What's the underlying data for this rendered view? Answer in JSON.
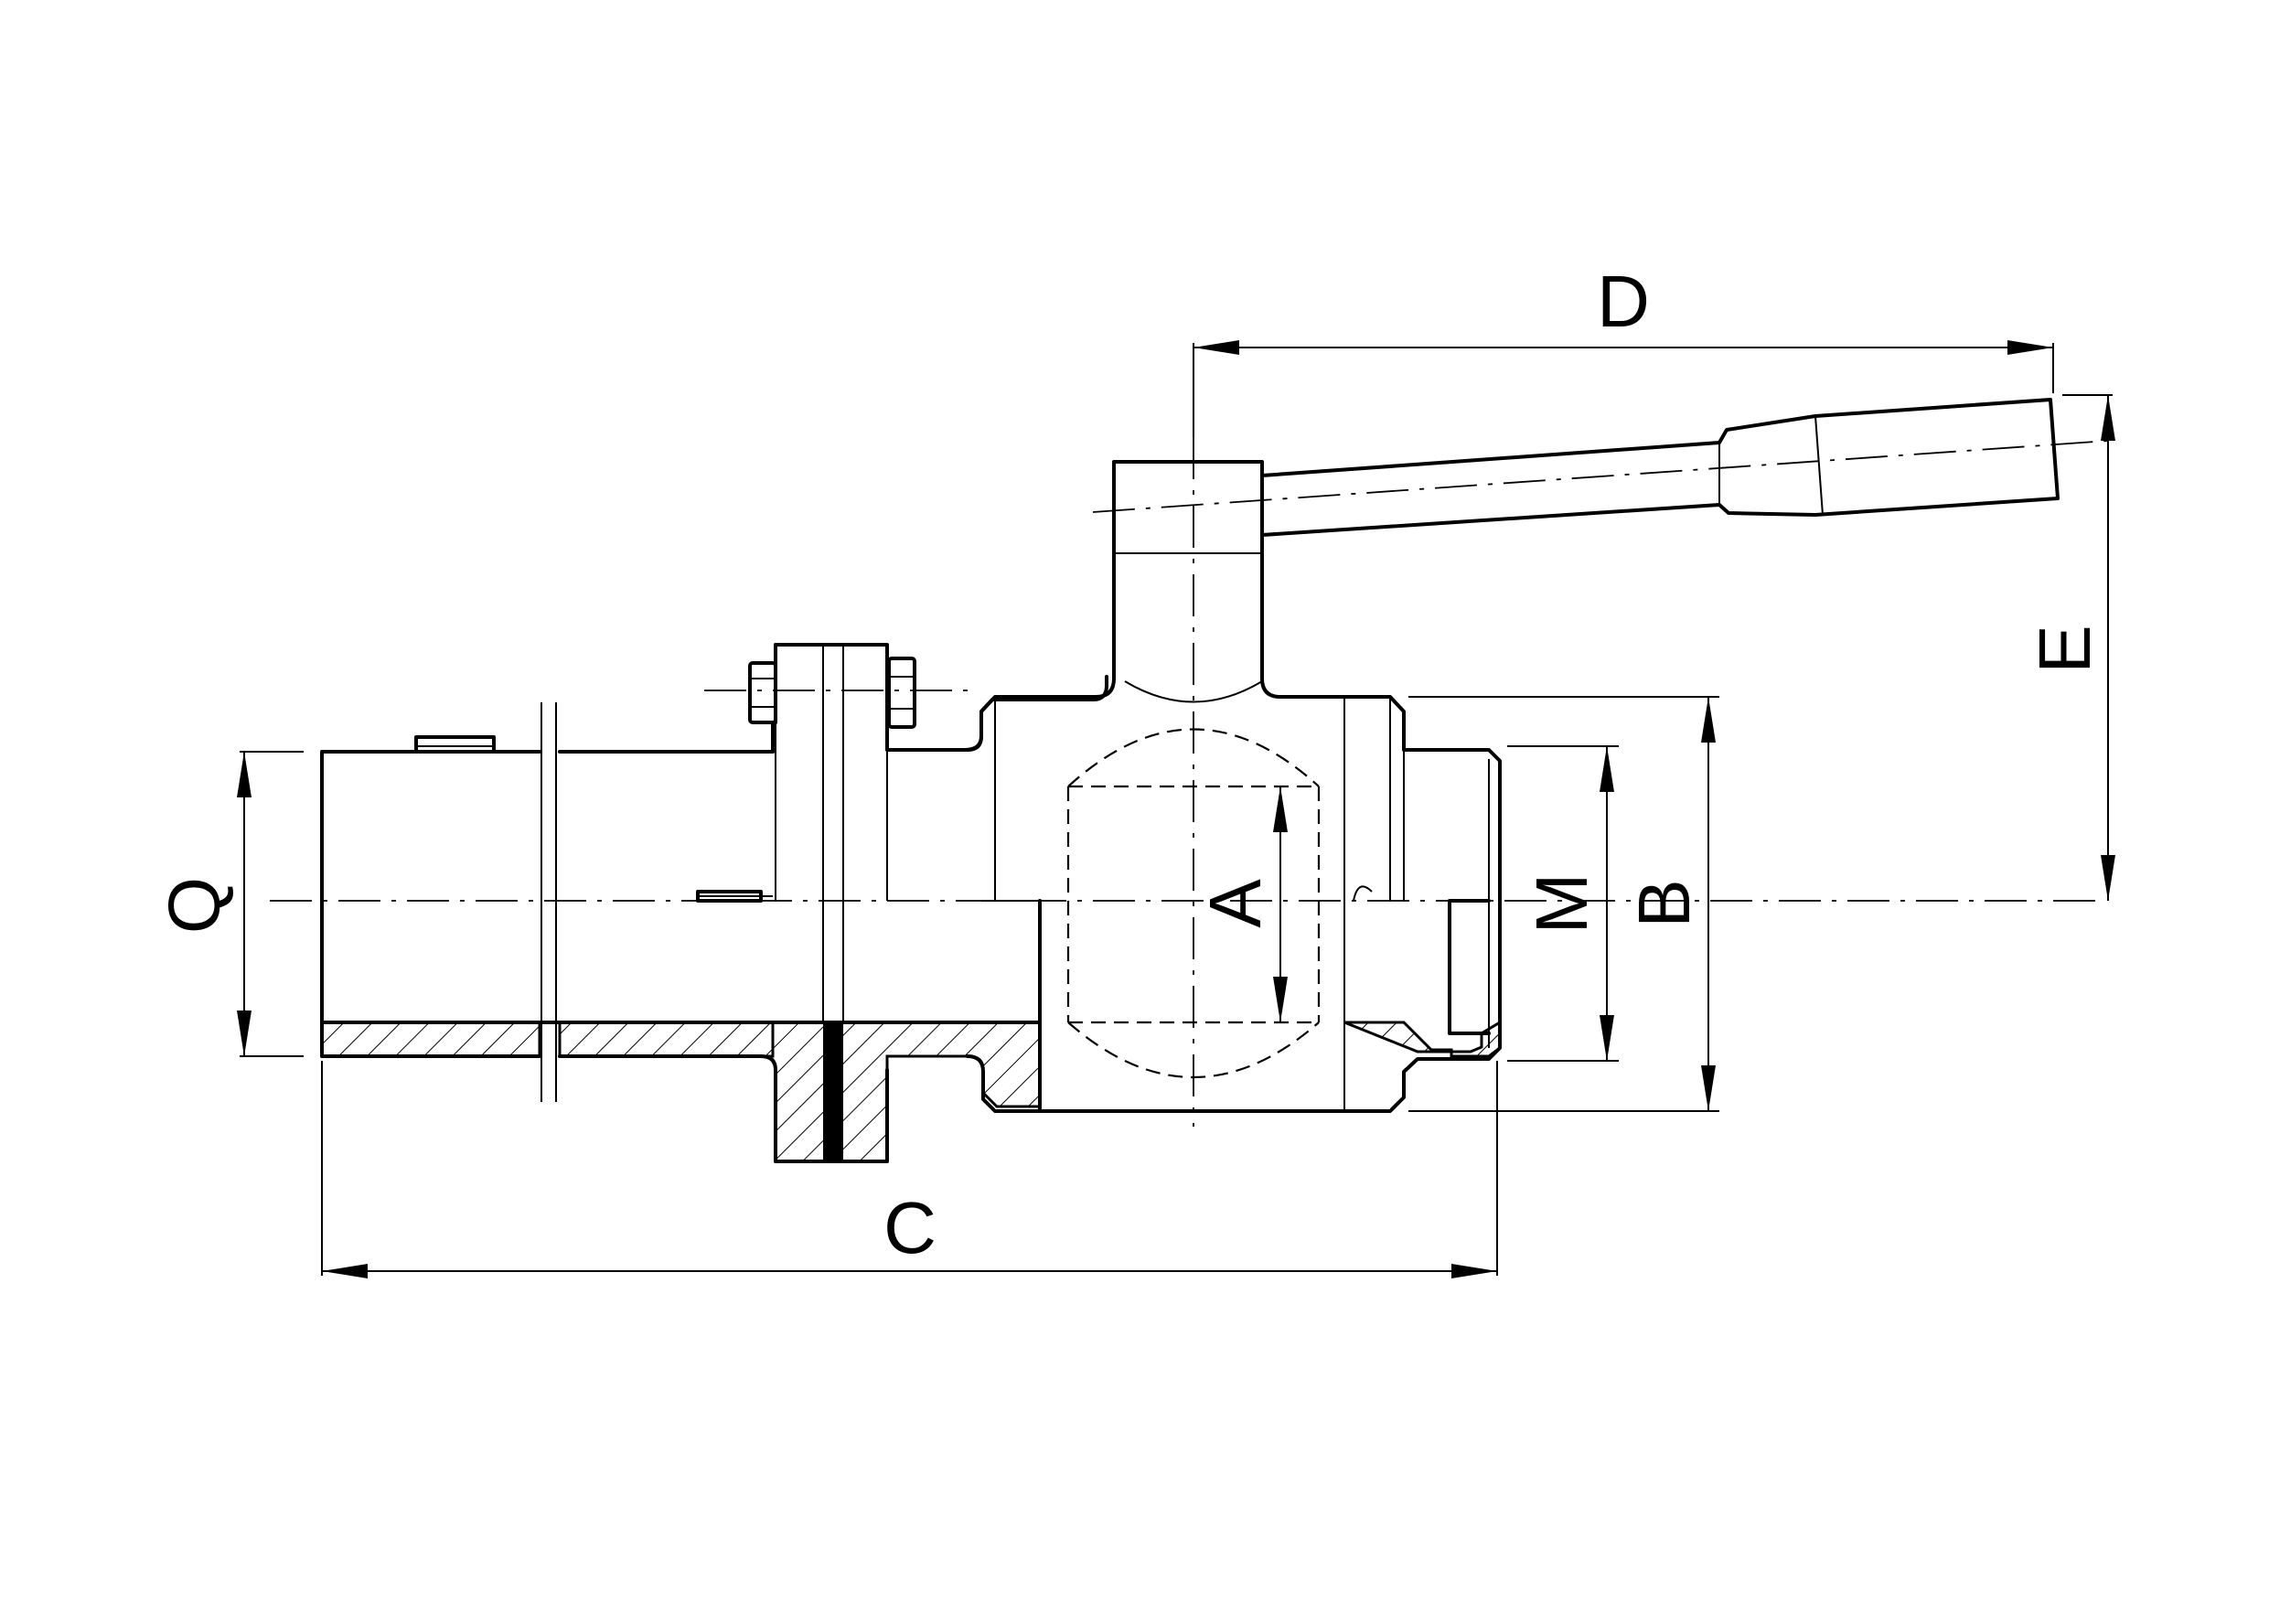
{
  "drawing": {
    "labels": {
      "A": "A",
      "B": "B",
      "C": "C",
      "D": "D",
      "E": "E",
      "M": "M",
      "Q": "Q"
    }
  }
}
